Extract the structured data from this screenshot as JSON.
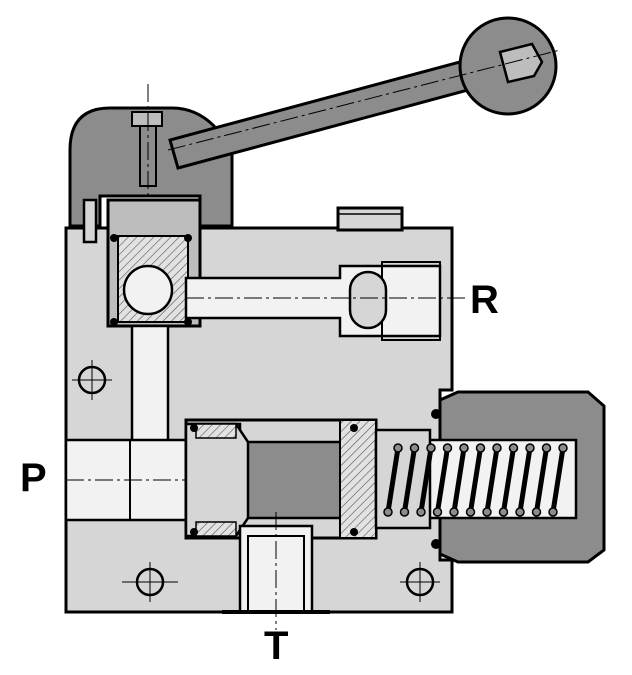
{
  "ports": {
    "pressure": "P",
    "return": "R",
    "tank": "T"
  },
  "colors": {
    "body_fill": "#d6d6d6",
    "cap_fill": "#8c8c8c",
    "bore_fill": "#f2f2f2",
    "outline": "#000000",
    "background": "#ffffff"
  },
  "icons": {
    "mounting_hole": "crosshair-circle",
    "spring": "coil-spring",
    "lever": "hand-lever"
  }
}
